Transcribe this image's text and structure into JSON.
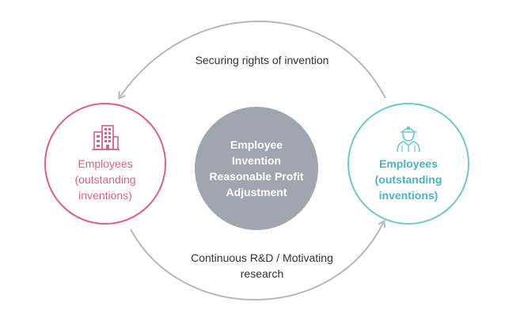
{
  "diagram": {
    "top_caption": "Securing rights of invention",
    "bottom_caption_line1": "Continuous R&D / Motivating",
    "bottom_caption_line2": "research",
    "center": {
      "line1": "Employee",
      "line2": "Invention",
      "line3": "Reasonable Profit",
      "line4": "Adjustment"
    },
    "left_node": {
      "icon": "building-icon",
      "line1": "Employees",
      "line2": "(outstanding",
      "line3": "inventions)"
    },
    "right_node": {
      "icon": "engineer-icon",
      "line1": "Employees",
      "line2": "(outstanding",
      "line3": "inventions)"
    },
    "colors": {
      "pink": "#e05d8b",
      "teal": "#6ec8cf",
      "gray": "#a0a6af",
      "arrow": "#b5b8bd"
    }
  }
}
